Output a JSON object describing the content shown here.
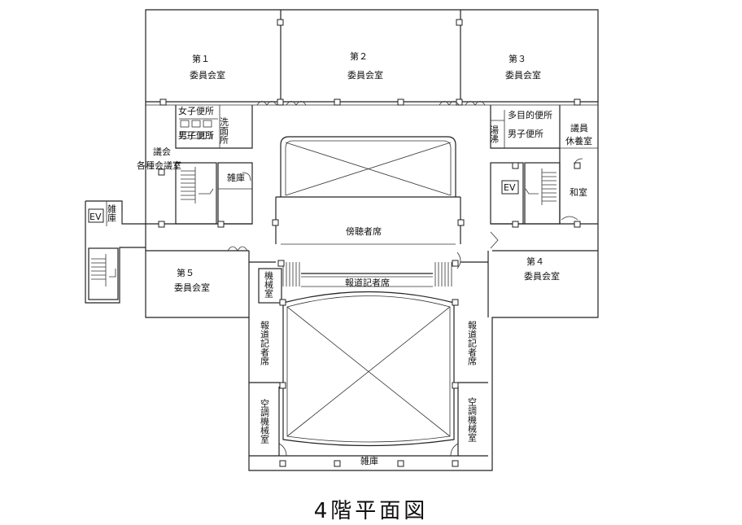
{
  "title": "4階平面図",
  "rooms": {
    "committee1": [
      "第１",
      "委員会室"
    ],
    "committee2": [
      "第２",
      "委員会室"
    ],
    "committee3": [
      "第３",
      "委員会室"
    ],
    "committee4": [
      "第４",
      "委員会室"
    ],
    "committee5": [
      "第５",
      "委員会室"
    ],
    "womens_toilet": "女子便所",
    "mens_toilet_left": "男子便所",
    "washroom": "洗面所",
    "multipurpose_toilet": "多目的便所",
    "mens_toilet_right": "男子便所",
    "hot_water": "湯沸",
    "council_rooms": [
      "議会",
      "各種会議室"
    ],
    "storage_left": "雑庫",
    "storage_ev": "雑庫",
    "members_lounge": [
      "議員",
      "休養室"
    ],
    "japanese_room": "和室",
    "ev_left": "EV",
    "ev_right": "EV",
    "public_gallery": "傍聴者席",
    "press_gallery_top": "報道記者席",
    "machine_room_small": "機械室",
    "press_gallery_left": "報道記者席",
    "press_gallery_right": "報道記者席",
    "ac_room_left": "空調機械室",
    "ac_room_right": "空調機械室",
    "storage_bottom": "雑庫"
  }
}
